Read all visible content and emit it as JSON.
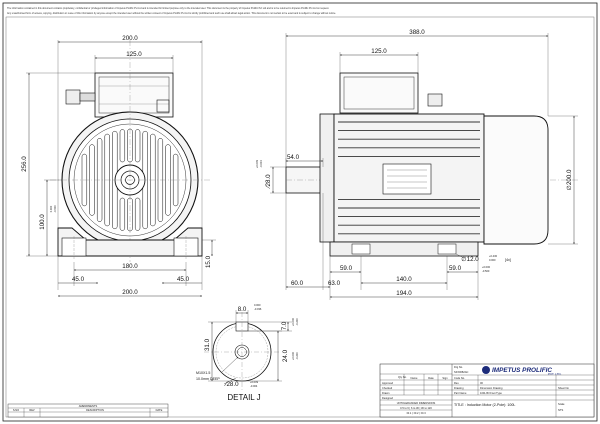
{
  "notice": {
    "line1": "The information contained in this document contains proprietary, confidential or privileged information of Impetus Prolific Pvt Ltd and is intended for limited purpose only to the intended user. This document is the property of Impetus Prolific Pvt Ltd and is to be returned to Impetus Prolific Pvt Ltd on request.",
    "line2": "Any unauthorised form of access, copying, distribution or reuse of this information by anyone except the intended user without the written consent of Impetus Prolific Pvt Ltd is strictly prohibited and such use shall attract legal action. This document is not certain to be exact and is subject to change without notice."
  },
  "front_view": {
    "dim_width_top": "200.0",
    "dim_terminal_box": "125.0",
    "dim_height": "256.0",
    "dim_shaft_height": "100.0",
    "dim_shaft_tol_upper": "0.000",
    "dim_shaft_tol_lower": "-0.500",
    "dim_foot_holes": "180.0",
    "dim_foot_thickness": "15.0",
    "dim_foot_left": "45.0",
    "dim_foot_right": "45.0",
    "dim_width_bottom": "200.0"
  },
  "side_view": {
    "dim_length": "388.0",
    "dim_terminal_box": "125.0",
    "dim_shaft_length": "54.0",
    "dim_shaft_dia": "∕28.0",
    "dim_shaft_dia_tol_upper": "+0.009",
    "dim_shaft_dia_tol_lower": "-0.004",
    "dim_body_dia": "∅200.0",
    "dim_shaft_end": "60.0",
    "dim_63": "63.0",
    "dim_59": "59.0",
    "dim_140": "140.0",
    "dim_194": "194.0",
    "dim_hole_dia": "∅12.0",
    "dim_hole_tol_upper": "+0.430",
    "dim_hole_tol_lower": "0.000",
    "dim_hole_count": "[4x]",
    "dim_right_59": "59.0",
    "dim_right_tol_upper": "+0.000",
    "dim_right_tol_lower": "-0.500"
  },
  "detail": {
    "title": "DETAIL J",
    "keyway_width": "8.0",
    "keyway_tol_upper": "0.000",
    "keyway_tol_lower": "-0.036",
    "keyway_depth": "7.0",
    "keyway_depth_tol_upper": "+0.000",
    "keyway_depth_tol_lower": "-0.200",
    "shaft_height": "31.0",
    "dim_24": "24.0",
    "dim_24_tol_upper": "+0.000",
    "dim_24_tol_lower": "-0.200",
    "thread_label": "M10X1.5",
    "thread_depth": "10.0mm DEEP",
    "shaft_dia": "∕28.0",
    "shaft_dia_tol_upper": "+0.009",
    "shaft_dia_tol_lower": "-0.004"
  },
  "title_block": {
    "brand": "IMPETUS PROLIFIC",
    "brand_sub": "PVT. LTD.",
    "drg_no_label": "Drg No.",
    "drg_no": "SFX0082AC",
    "title": "TITLE : Induction Motor (2-Pole): 100L",
    "scale_label": "Scale",
    "scale_value": "NTS",
    "sheet_label": "Sheet No",
    "part_label": "Part Name",
    "part_value": "100L B3 Foot Type",
    "drawing_label": "Drawing",
    "drawing_value": "Dimension Drawing",
    "qty_label": "Qty No.",
    "rev_label": "Rev.",
    "rev_value": "00",
    "approved_label": "Approved",
    "checked_label": "Checked",
    "drawn_label": "Drawn",
    "designed_label": "Designed",
    "name_col": "Name",
    "date_col": "Date",
    "sign_col": "Sign",
    "company_label": "Code No.",
    "tolerance_header": "UNTOLERANCED DIMENSIONS",
    "tolerance_row1": "0.5 to 6 | 6 to 30 | 30 to 120",
    "tolerance_row2": "±0.1 | ±0.2 | ±0.3",
    "amendments": "AMENDMENTS",
    "rev_col": "REV",
    "desc_col": "DESCRIPTION",
    "date_col_amend": "DATE",
    "sno_col": "S.NO"
  }
}
